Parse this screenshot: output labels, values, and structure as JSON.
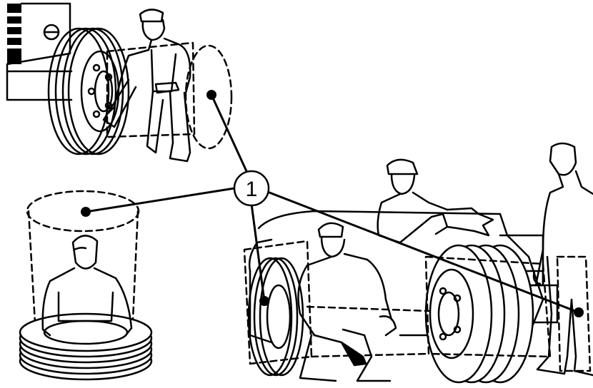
{
  "figure": {
    "callout_label": "1",
    "callout_target_count": 4,
    "colors": {
      "ink": "#000000",
      "paper": "#ffffff"
    },
    "scenes": [
      {
        "name": "worker-tightening-wheel-nuts"
      },
      {
        "name": "worker-lifting-tire-stack"
      },
      {
        "name": "workers-servicing-vehicle-wheel"
      }
    ]
  }
}
